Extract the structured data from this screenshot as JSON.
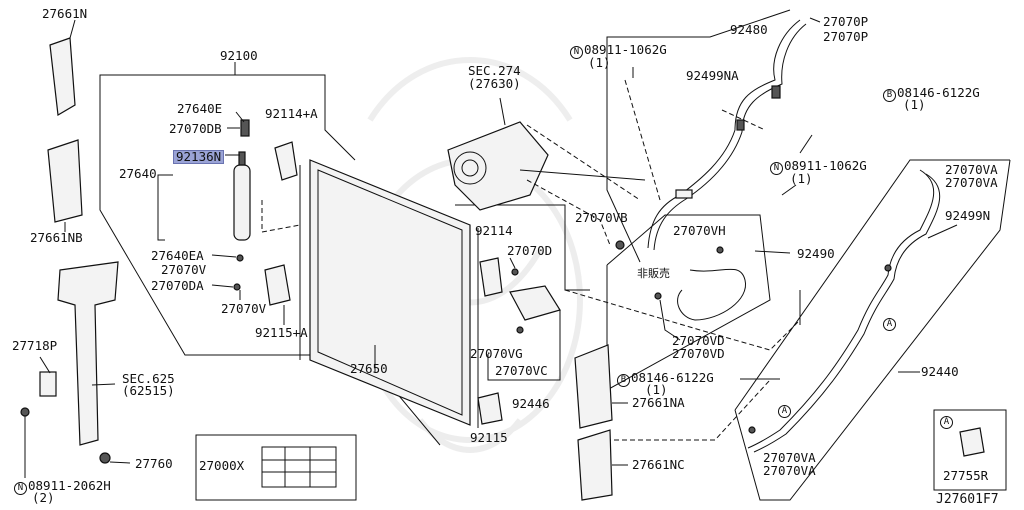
{
  "diagram": {
    "id": "J27601F7",
    "labels": {
      "p27661n": "27661N",
      "p27661nb": "27661NB",
      "p92100": "92100",
      "p27640e": "27640E",
      "p92114a": "92114+A",
      "p27070db": "27070DB",
      "p92136n": "92136N",
      "p27640": "27640",
      "p27640ea": "27640EA",
      "p27070v": "27070V",
      "p27070da": "27070DA",
      "p27070v2": "27070V",
      "p92115a": "92115+A",
      "p27718p": "27718P",
      "sec625": "SEC.625",
      "sec625sub": "(62515)",
      "p27760": "27760",
      "p08911_2062h": "08911-2062H",
      "p08911_2062h_qty": "(2)",
      "p27000x": "27000X",
      "p27650": "27650",
      "sec274": "SEC.274",
      "sec274sub": "(27630)",
      "p92114": "92114",
      "p27070d": "27070D",
      "p27070vg": "27070VG",
      "p27070vc": "27070VC",
      "p92446": "92446",
      "p92115": "92115",
      "p27661na": "27661NA",
      "p27661nc": "27661NC",
      "p08146_6122g_low": "08146-6122G",
      "p08146_6122g_low_qty": "(1)",
      "p92480": "92480",
      "p27070p_1": "27070P",
      "p27070p_2": "27070P",
      "p08911_1062g_top": "08911-1062G",
      "p08911_1062g_top_qty": "(1)",
      "p92499na": "92499NA",
      "p08146_6122g_top": "08146-6122G",
      "p08146_6122g_top_qty": "(1)",
      "p08911_1062g_mid": "08911-1062G",
      "p08911_1062g_mid_qty": "(1)",
      "p27070vb": "27070VB",
      "p27070vh": "27070VH",
      "p92490": "92490",
      "hanbai": "非販売",
      "p27070vd_1": "27070VD",
      "p27070vd_2": "27070VD",
      "p27070va_1": "27070VA",
      "p27070va_2": "27070VA",
      "p92499n": "92499N",
      "p92440": "92440",
      "p27070va_3": "27070VA",
      "p27070va_4": "27070VA",
      "p27755r": "27755R"
    },
    "markers": {
      "n": "N",
      "b": "B",
      "a": "A"
    }
  }
}
